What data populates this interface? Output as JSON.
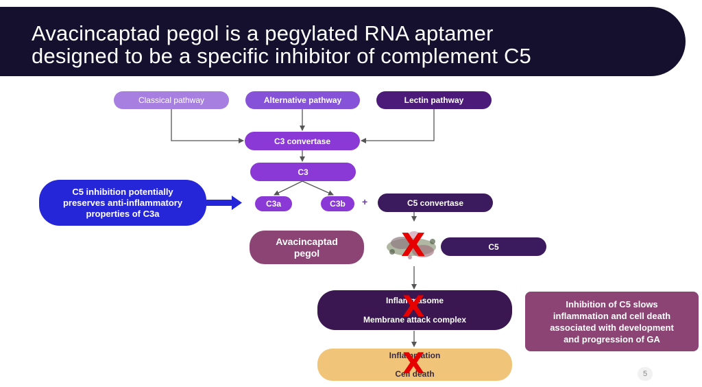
{
  "slide": {
    "title_line1": "Avacincaptad pegol is a pegylated RNA aptamer",
    "title_line2": "designed to be a specific inhibitor of complement C5",
    "page_number": "5"
  },
  "pathways": {
    "classical": "Classical pathway",
    "alternative": "Alternative pathway",
    "lectin": "Lectin pathway"
  },
  "cascade": {
    "c3_convertase": "C3 convertase",
    "c3": "C3",
    "c3a": "C3a",
    "c3b": "C3b",
    "plus": "+",
    "c5_convertase": "C5 convertase",
    "c5": "C5",
    "drug_line1": "Avacincaptad",
    "drug_line2": "pegol",
    "inflammasome": "Inflammasome",
    "mac": "Membrane attack complex",
    "inflammation": "Inflammation",
    "cell_death": "Cell death"
  },
  "callouts": {
    "left_line1": "C5 inhibition potentially",
    "left_line2": "preserves anti-inflammatory",
    "left_line3": "properties of C3a",
    "right_line1": "Inhibition of C5 slows",
    "right_line2": "inflammation and cell death",
    "right_line3": "associated with development",
    "right_line4": "and progression of GA"
  },
  "blocked_marker": "X",
  "colors": {
    "title_bg": "#16102f",
    "classical": "#a77fe0",
    "alternative": "#8552d8",
    "lectin": "#4c1b7a",
    "c3_convertase": "#8a39d6",
    "c3": "#8a39d6",
    "c5_convertase": "#3c1a5e",
    "drug": "#8b4474",
    "dark_box": "#3a1750",
    "outcome_box": "#f0c57a",
    "left_callout": "#2626d9",
    "right_callout": "#8b4474",
    "block_mark": "#e60000"
  }
}
